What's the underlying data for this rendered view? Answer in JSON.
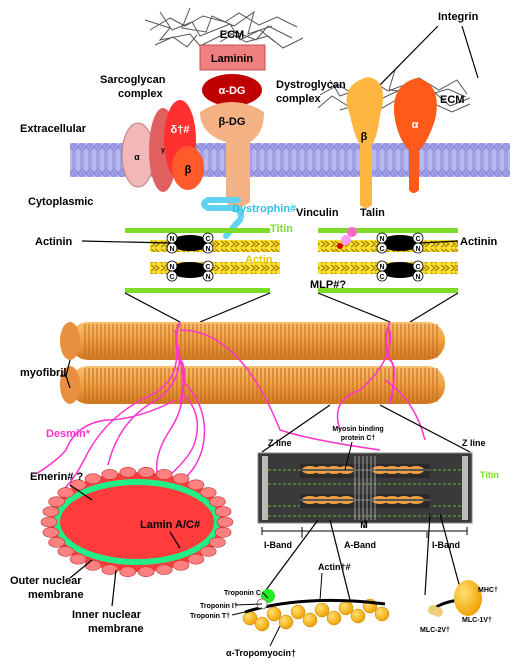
{
  "labels": {
    "ecm_top": "ECM",
    "laminin": "Laminin",
    "alpha_dg": "α-DG",
    "beta_dg": "β-DG",
    "sarcoglycan_1": "Sarcoglycan",
    "sarcoglycan_2": "complex",
    "dystroglycan_1": "Dystroglycan",
    "dystroglycan_2": "complex",
    "integrin": "Integrin",
    "ecm_right": "ECM",
    "extracellular": "Extracellular",
    "cytoplasmic": "Cytoplasmic",
    "sg_alpha": "α",
    "sg_gamma": "γ",
    "sg_delta": "δ†#",
    "sg_beta": "β",
    "int_beta": "β",
    "int_alpha": "α",
    "dystrophin": "Dystrophin#",
    "titin_left": "Titin",
    "actinin_left": "Actinin",
    "actin_left": "Actin",
    "vinculin": "Vinculin",
    "talin": "Talin",
    "actinin_right": "Actinin",
    "mlp": "MLP#?",
    "myofibril": "myofibril",
    "desmin": "Desmin*",
    "emerin": "Emerin# ?",
    "lamin": "Lamin A/C#",
    "outer_membrane_1": "Outer nuclear",
    "outer_membrane_2": "membrane",
    "inner_membrane_1": "Inner nuclear",
    "inner_membrane_2": "membrane",
    "z_line_left": "Z line",
    "z_line_right": "Z line",
    "mybpc_1": "Myosin binding",
    "mybpc_2": "protein C†",
    "titin_sarcomere": "Titin",
    "m_line": "M",
    "i_band_left": "I-Band",
    "a_band": "A-Band",
    "i_band_right": "I-Band",
    "troponin_c": "Troponin C",
    "troponin_i": "Troponin I†",
    "troponin_t": "Troponin T†",
    "actin_thin": "Actin†#",
    "tropomyosin": "α-Tropomyocin†",
    "mhc": "MHC†",
    "mlc_1v": "MLC-1V†",
    "mlc_2v": "MLC-2V†",
    "n_letter": "N",
    "c_letter": "C"
  },
  "colors": {
    "membrane": "#9b9be6",
    "laminin": "#f08080",
    "alpha_dg": "#c00000",
    "beta_dg": "#f4b183",
    "sarcoglycan_alpha": "#f2b8b8",
    "sarcoglycan_gamma": "#e06060",
    "sarcoglycan_delta": "#ff3030",
    "sarcoglycan_beta": "#ff5a2a",
    "integrin_beta": "#ffb640",
    "integrin_alpha": "#ff5a1a",
    "dystrophin": "#5fd3f0",
    "titin": "#7ddc2a",
    "actin": "#ffe030",
    "vinculin": "#ff66cc",
    "talin": "#ff99ff",
    "myofibril": "#f0a040",
    "desmin": "#ff33cc",
    "nucleus": "#ff3b3b",
    "lamin": "#22ee88",
    "sarcomere_bg": "#3a3a3a"
  }
}
